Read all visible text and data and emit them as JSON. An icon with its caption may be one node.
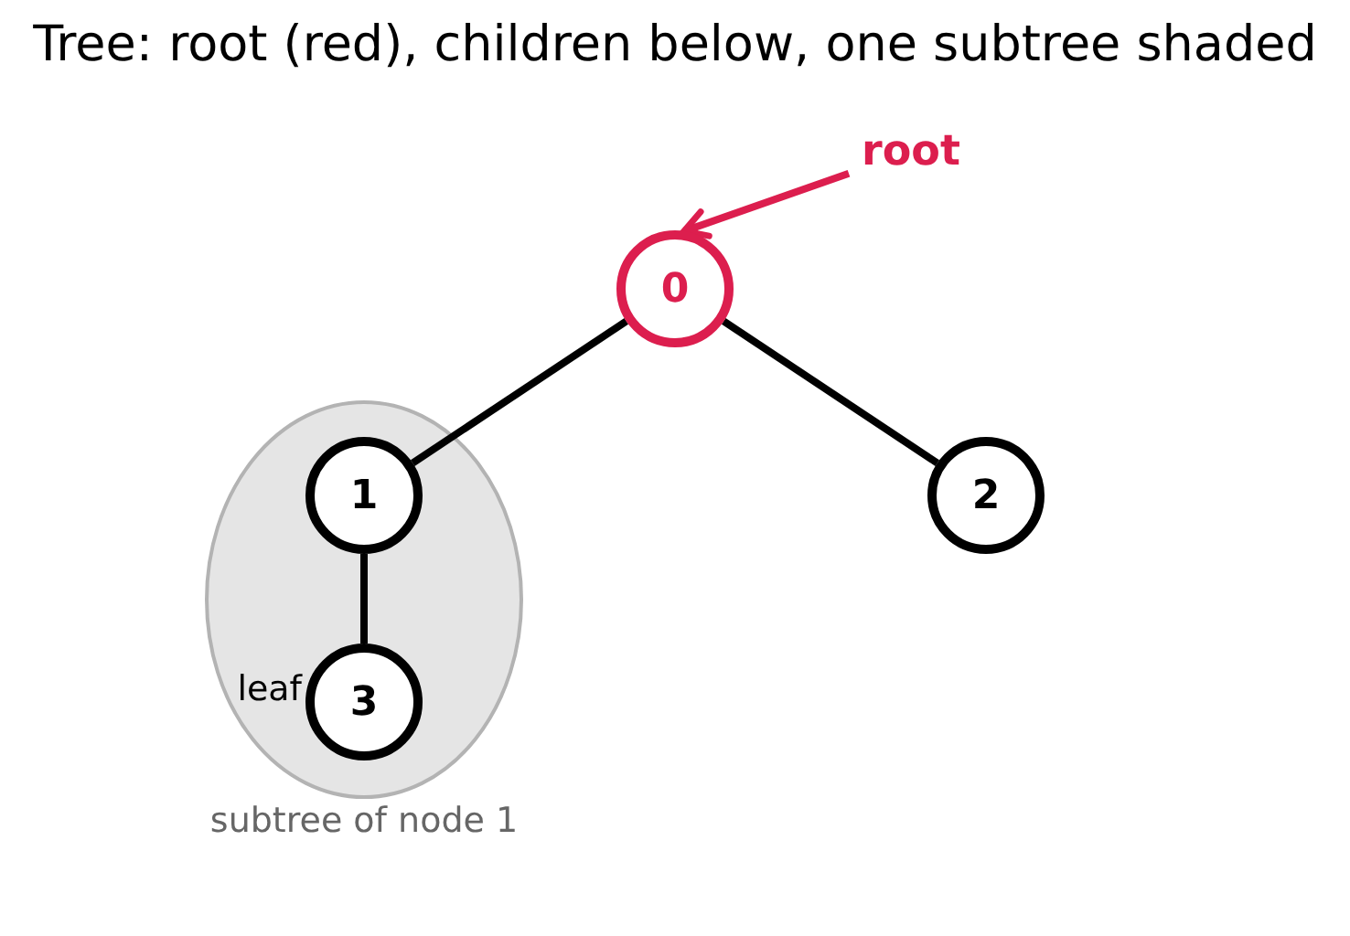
{
  "diagram": {
    "title": "Tree: root (red), children below, one subtree shaded",
    "nodes": [
      {
        "text": [
          "root"
        ]
      },
      {
        "text": [
          "0"
        ]
      },
      {
        "text": [
          "subtree of node 1"
        ]
      },
      {
        "text": [
          "1"
        ],
        "in": 2
      },
      {
        "text": [
          "2"
        ]
      },
      {
        "text": [
          "3"
        ],
        "in": 2,
        "beside": [
          "leaf"
        ]
      }
    ],
    "edges": [
      {
        "from": 0,
        "to": 1,
        "arrow": "to",
        "color": "#dc1e4e"
      },
      {
        "from": 1,
        "to": 3,
        "arrow": "none"
      },
      {
        "from": 1,
        "to": 4,
        "arrow": "none"
      },
      {
        "from": 3,
        "to": 5,
        "arrow": "none"
      }
    ]
  }
}
